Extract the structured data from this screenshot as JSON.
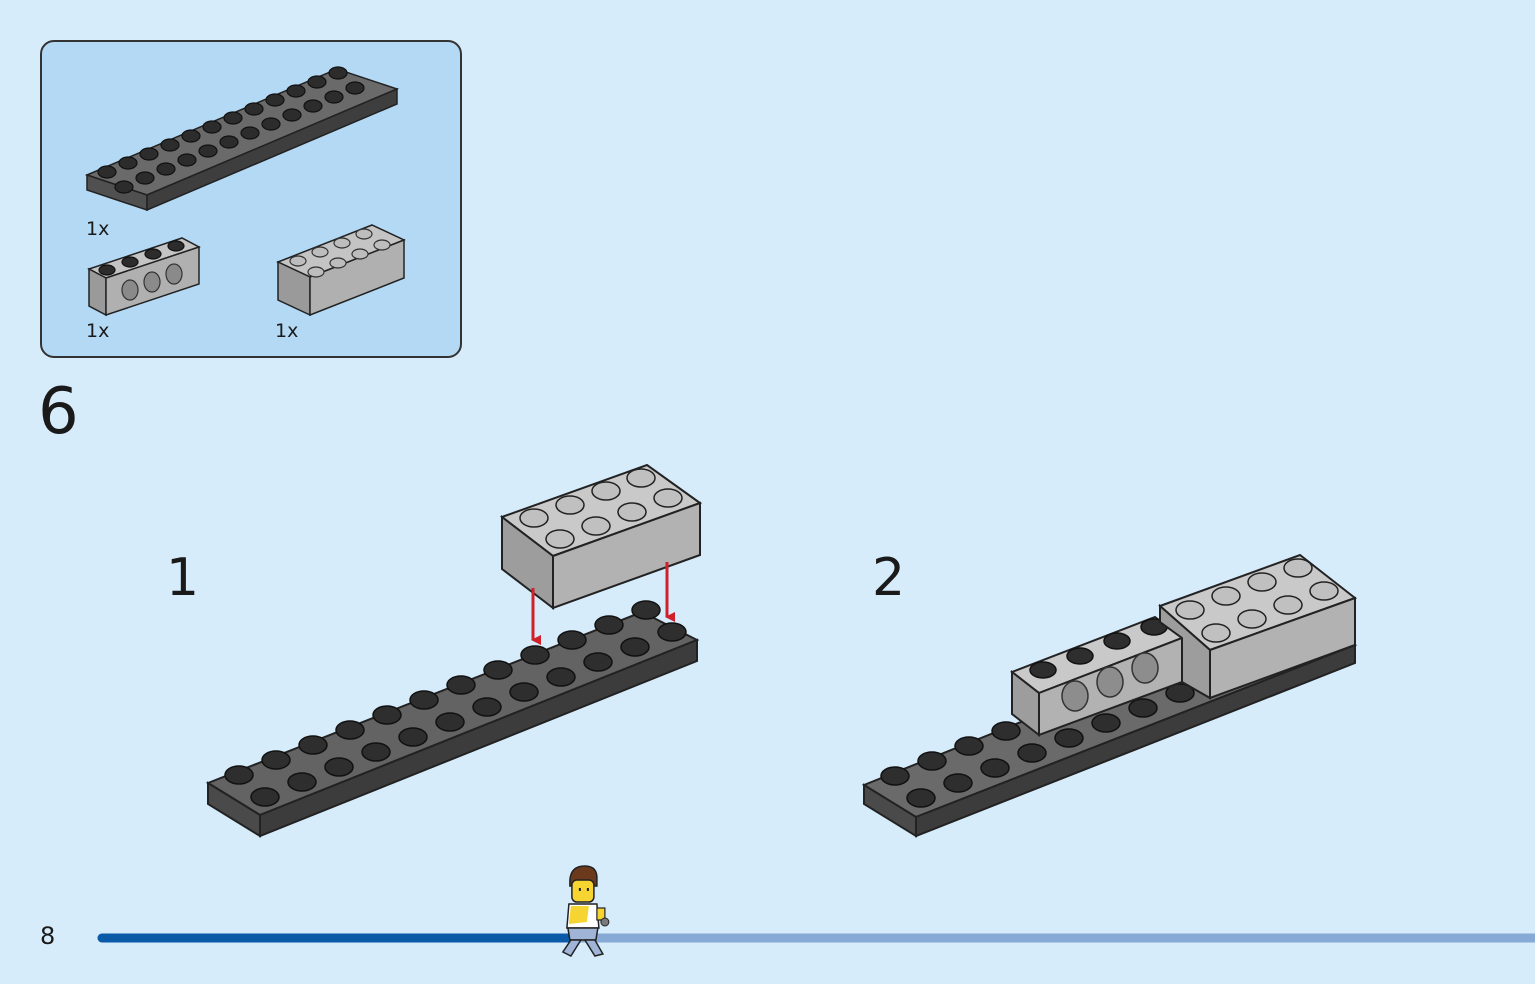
{
  "parts_list": {
    "items": [
      {
        "part": "dark-gray-plate-2x12",
        "quantity": "1x"
      },
      {
        "part": "light-gray-technic-brick-1x4-with-holes",
        "quantity": "1x"
      },
      {
        "part": "light-gray-brick-2x4",
        "quantity": "1x"
      }
    ]
  },
  "step": {
    "number": "6"
  },
  "substeps": [
    {
      "number": "1"
    },
    {
      "number": "2"
    }
  ],
  "page": {
    "number": "8"
  },
  "progress": {
    "value": 0.33
  },
  "colors": {
    "background": "#d6ecfb",
    "parts_panel": "#b3d9f5",
    "dark_gray": "#4f4f4f",
    "light_gray": "#a8a8a8",
    "arrow_red": "#d0212b",
    "progress_filled": "#0a5aa8",
    "progress_empty": "#86a9d6"
  }
}
